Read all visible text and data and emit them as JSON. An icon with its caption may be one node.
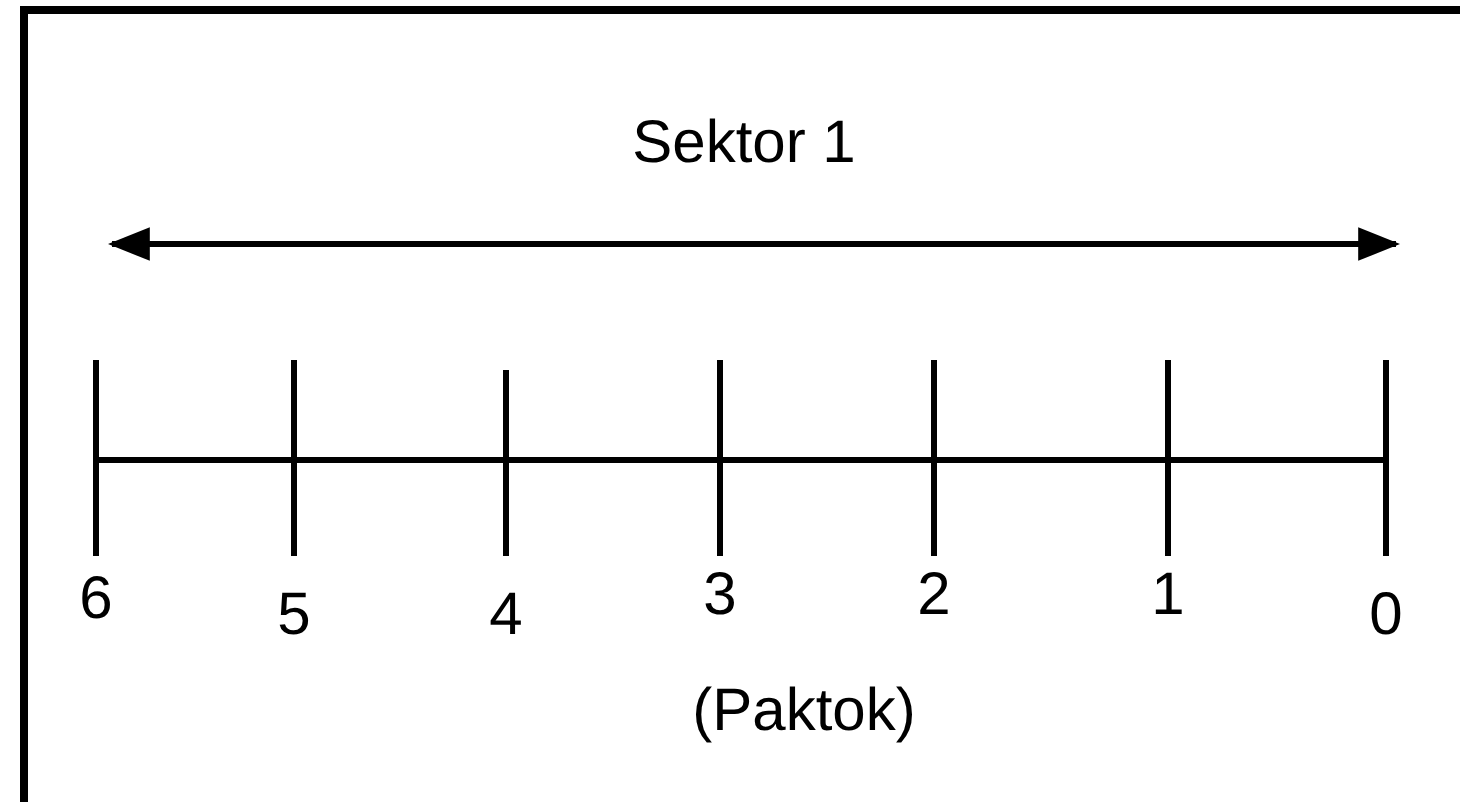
{
  "diagram": {
    "labels": [
      "Sektor 1",
      "6",
      "5",
      "4",
      "3",
      "2",
      "1",
      "0",
      "(Paktok)"
    ]
  }
}
